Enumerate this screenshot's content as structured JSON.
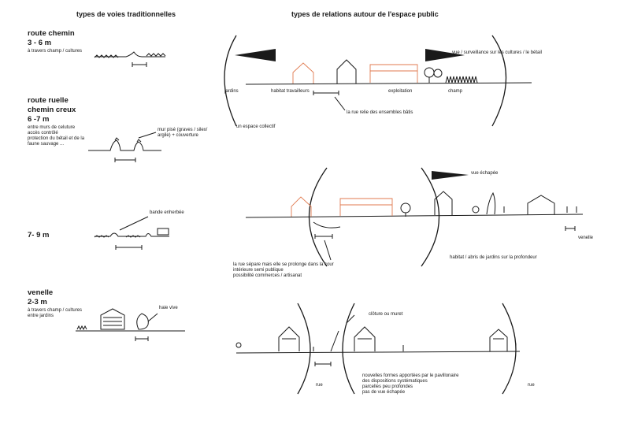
{
  "headings": {
    "left": "types de voies traditionnelles",
    "right": "types de relations autour de l'espace public"
  },
  "left_column": {
    "route_chemin": {
      "title": "route chemin",
      "width": "3 - 6 m",
      "note": "à travers champ / cultures"
    },
    "route_ruelle": {
      "title_1": "route ruelle",
      "title_2": "chemin creux",
      "width": "6 -7 m",
      "notes": "entre murs de celuture\naccès contrôlé\nprotection du bétail et de la\nfaune sauvage ...",
      "annotation": "mur pisé (graves / silex/\nargile) + couverture"
    },
    "route_79": {
      "width": "7- 9 m",
      "annotation": "bande enherbée"
    },
    "venelle": {
      "title": "venelle",
      "width": "2-3 m",
      "notes": "à travers champ / cultures\nentre jardins",
      "annotation": "haie vive"
    }
  },
  "diagram_1": {
    "jardins": "jardins",
    "habitat": "habitat travailleurs",
    "exploitation": "exploitation",
    "champ": "champ",
    "vue": "vue / surveillance sur les cultures / le bétail",
    "rue": "la rue relie des ensembles bâtis",
    "espace": "un espace collectif"
  },
  "diagram_2": {
    "vue": "vue échapée",
    "venelle": "venelle",
    "habitat": "habitat / abris de jardins sur la profondeur",
    "note": "la rue sépare mais elle se prolonge dans la cour\nintérieure semi publique\npossibilité commerces / artisanat"
  },
  "diagram_3": {
    "cloture": "clôture ou muret",
    "rue_left": "rue",
    "rue_right": "rue",
    "note": "nouvelles formes apportées par le pavillonaire\ndes dispositions systématiques\nparcelles peu profondes\npas de vue échapée"
  },
  "colors": {
    "ink": "#1a1a1a",
    "accent": "#e07a4f"
  }
}
